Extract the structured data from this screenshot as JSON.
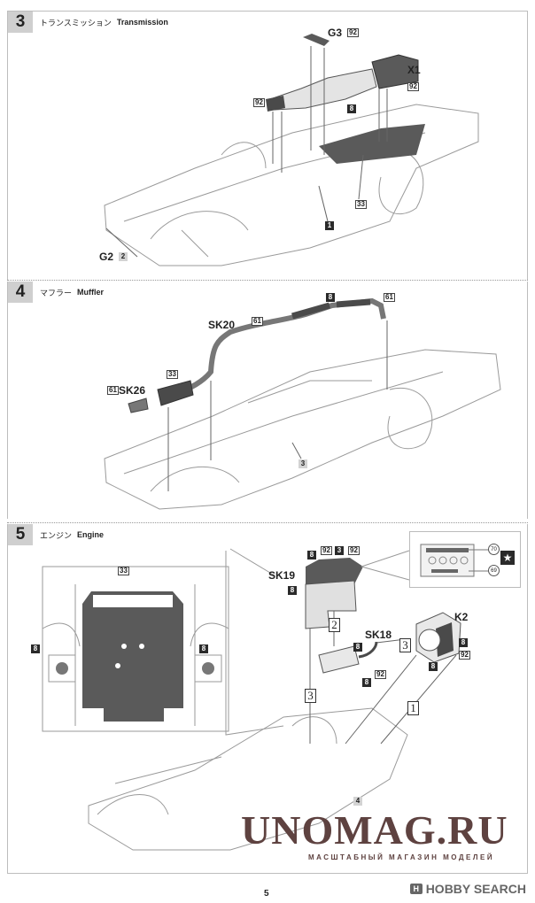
{
  "steps": [
    {
      "number": "3",
      "title_jp": "トランスミッション",
      "title_en": "Transmission",
      "labels": {
        "g3": "G3",
        "x1": "X1",
        "g2": "G2"
      },
      "tags": {
        "g3_paint": "92",
        "x1_paint": "92",
        "left_paint": "92",
        "body_paint": "8",
        "tunnel_paint": "33",
        "ref_1": "1",
        "ref_2": "2"
      }
    },
    {
      "number": "4",
      "title_jp": "マフラー",
      "title_en": "Muffler",
      "labels": {
        "sk20": "SK20",
        "sk26": "SK26"
      },
      "tags": {
        "pipe_paint": "61",
        "band_paint": "8",
        "tip_paint": "61",
        "muffler_paint": "33",
        "sk26_paint": "61",
        "ref_3": "3"
      }
    },
    {
      "number": "5",
      "title_jp": "エンジン",
      "title_en": "Engine",
      "labels": {
        "sk19": "SK19",
        "sk18": "SK18",
        "k2": "K2"
      },
      "tags": {
        "underside_paint": "33",
        "left_hub_paint": "8",
        "right_hub_paint": "8",
        "sk19_top_a": "8",
        "sk19_top_b": "92",
        "sk19_top_c": "3",
        "sk19_top_d": "92",
        "sk19_side": "8",
        "sk18_paint": "8",
        "sk18_manifold": "8",
        "sk18_hose": "92",
        "k2_a": "8",
        "k2_b": "92",
        "k2_c": "8",
        "ref_4": "4",
        "inset_70": "70",
        "inset_69": "69"
      },
      "step_refs": {
        "a": "2",
        "b": "3",
        "c": "3",
        "d": "1"
      }
    }
  ],
  "watermark": {
    "title": "UNOMAG.RU",
    "subtitle": "МАСШТАБНЫЙ МАГАЗИН МОДЕЛЕЙ"
  },
  "footer": {
    "page_number": "5",
    "brand": "HOBBY SEARCH",
    "brand_icon": "H"
  },
  "colors": {
    "dark_part": "#4a4a4a",
    "header_gray": "#cfcfcf",
    "watermark": "#5e4240"
  }
}
